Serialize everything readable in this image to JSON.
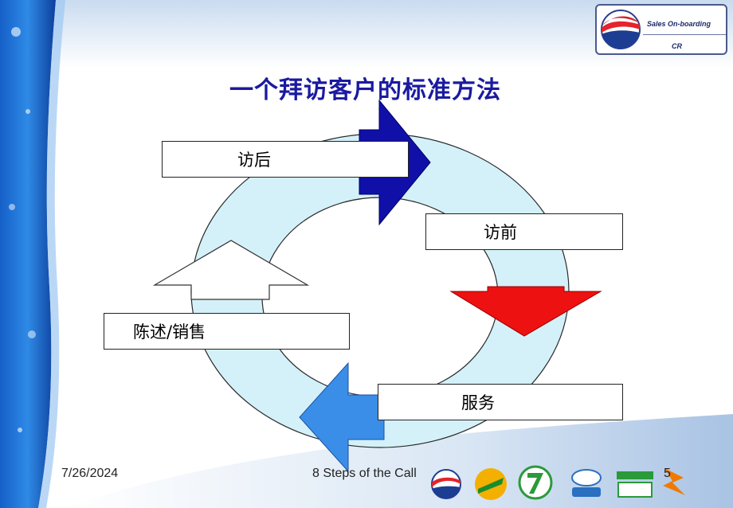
{
  "header": {
    "logo_line1": "Sales On-boarding",
    "logo_line2": "CR"
  },
  "title": "一个拜访客户的标准方法",
  "stages": {
    "after": "访后",
    "before": "访前",
    "service": "服务",
    "present": "陈述/销售"
  },
  "footer": {
    "date": "7/26/2024",
    "title": "8 Steps of the Call",
    "page": "5"
  },
  "colors": {
    "ring": "#d4f1f9",
    "arrow_top": "#1010a8",
    "arrow_right": "#ee1111",
    "arrow_bottom": "#3a8ee8",
    "arrow_left": "#ffffff",
    "title": "#1a1aa0"
  },
  "icons": {
    "logo": "pepsi-globe-icon",
    "brands": [
      "pepsi-logo-icon",
      "mirinda-logo-icon",
      "7up-logo-icon",
      "soy-drink-logo-icon",
      "tropicana-logo-icon",
      "gatorade-logo-icon"
    ]
  }
}
